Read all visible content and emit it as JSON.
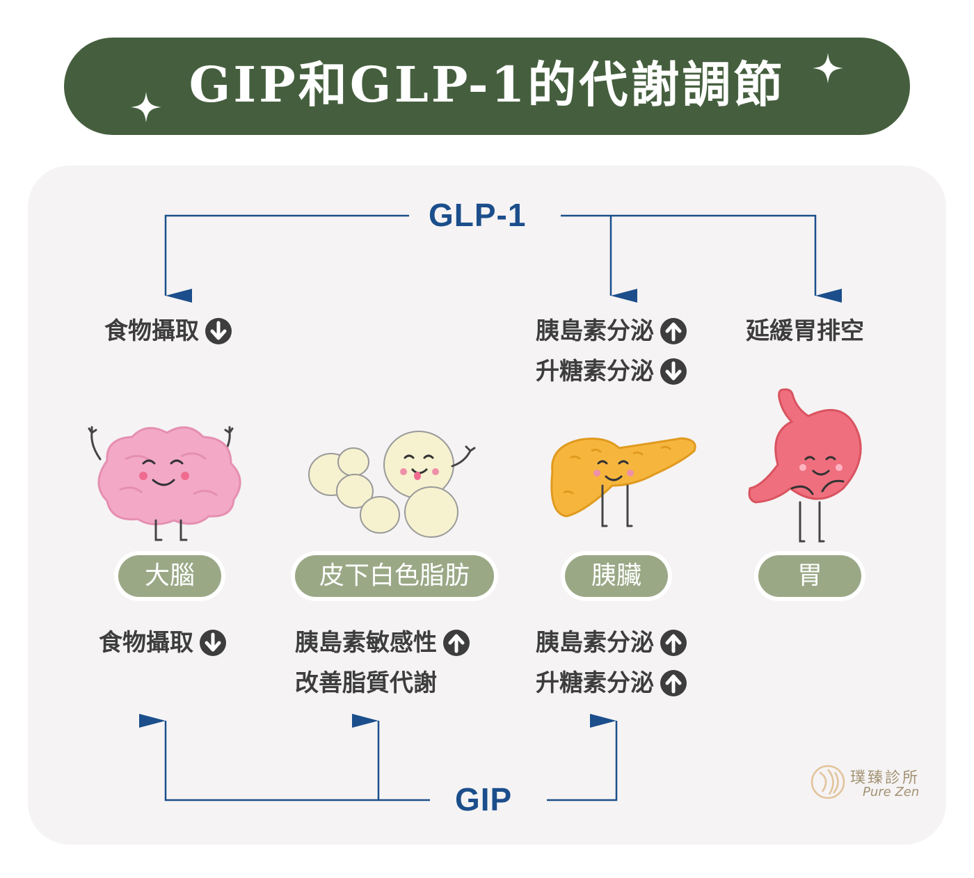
{
  "title": "GIP和GLP-1的代謝調節",
  "hormones": {
    "top": "GLP-1",
    "bottom": "GIP"
  },
  "organs": {
    "brain": "大腦",
    "fat": "皮下白色脂肪",
    "pancreas": "胰臟",
    "stomach": "胃"
  },
  "glp1_effects": {
    "brain": "食物攝取",
    "pancreas_1": "胰島素分泌",
    "pancreas_2": "升糖素分泌",
    "stomach": "延緩胃排空"
  },
  "gip_effects": {
    "brain": "食物攝取",
    "fat_1": "胰島素敏感性",
    "fat_2": "改善脂質代謝",
    "pancreas_1": "胰島素分泌",
    "pancreas_2": "升糖素分泌"
  },
  "logo": {
    "name": "璞臻診所",
    "sub": "Pure Zen"
  },
  "colors": {
    "banner": "#455f3e",
    "panel": "#f5f3f4",
    "hormone": "#1b4e8b",
    "pill": "#9aa886",
    "connector": "#1b4e8b"
  }
}
